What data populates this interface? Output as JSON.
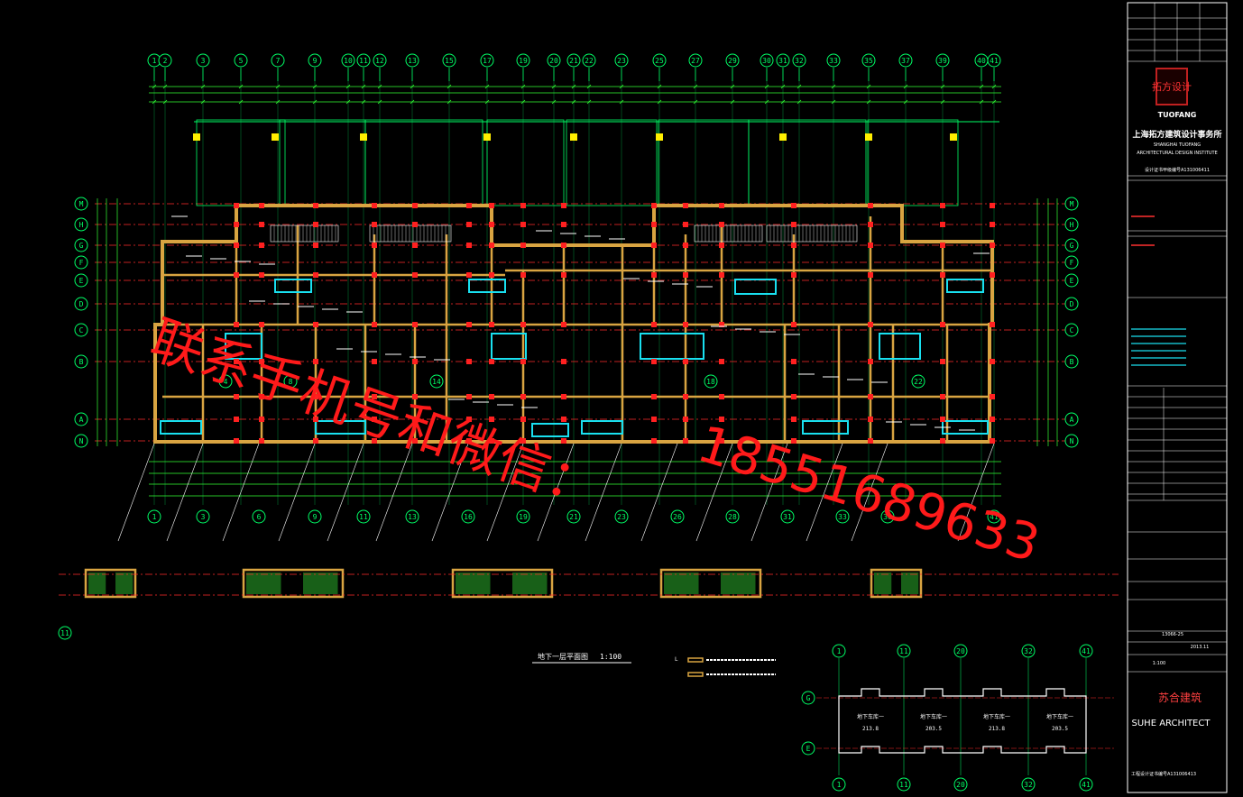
{
  "colors": {
    "background": "#000000",
    "wall": "#d9a441",
    "axis": "#ff2a2a",
    "dim": "#33ff33",
    "grid": "#00ff66",
    "window": "#19e0f0",
    "text": "#ffffff",
    "column": "#ff2020",
    "marker": "#ffee00",
    "hatch": "#2fbf2f",
    "watermark": "#ff1a1a"
  },
  "grid": {
    "top_labels": [
      "1",
      "2",
      "3",
      "5",
      "7",
      "9",
      "10",
      "11",
      "12",
      "13",
      "15",
      "17",
      "19",
      "20",
      "21",
      "22",
      "23",
      "25",
      "27",
      "29",
      "30",
      "31",
      "32",
      "33",
      "35",
      "37",
      "39",
      "40",
      "41"
    ],
    "bottom_labels": [
      "1",
      "3",
      "6",
      "9",
      "11",
      "13",
      "16",
      "19",
      "21",
      "23",
      "26",
      "28",
      "31",
      "33",
      "36",
      "41"
    ],
    "row_labels": [
      "M",
      "H",
      "G",
      "F",
      "E",
      "D",
      "C",
      "B",
      "A",
      "N"
    ],
    "left_side_label": "11"
  },
  "plan_callouts": [
    "4",
    "8",
    "14",
    "18",
    "22"
  ],
  "drawing_title": "地下一层平面图",
  "drawing_scale": "1:100",
  "legend_title": "L",
  "key_plan": {
    "top_labels": [
      "1",
      "11",
      "20",
      "32",
      "41"
    ],
    "bottom_labels": [
      "1",
      "11",
      "20",
      "32",
      "41"
    ],
    "row_labels": [
      "G",
      "E"
    ],
    "units": [
      {
        "name": "地下车库一",
        "area": "213.8"
      },
      {
        "name": "地下车库一",
        "area": "203.5"
      },
      {
        "name": "地下车库一",
        "area": "213.8"
      },
      {
        "name": "地下车库一",
        "area": "203.5"
      }
    ]
  },
  "title_block": {
    "firm_logo_text": "拓方设计",
    "firm_logo_en": "TUOFANG",
    "firm_name_cn": "上海拓方建筑设计事务所",
    "firm_name_en_1": "SHANGHAI TUOFANG",
    "firm_name_en_2": "ARCHITECTURAL DESIGN INSTITUTE",
    "cert_line": "设计证书甲级编号A131006411",
    "drawing_no": "13066-25",
    "year": "2013.11",
    "scale": "1:100",
    "partner_logo_cn": "苏合建筑",
    "partner_logo_en": "SUHE ARCHITECT",
    "partner_cert": "工程设计证书编号A131006413"
  },
  "watermark": {
    "line1": "联系手机号和微信：",
    "line2": "18551689633"
  }
}
